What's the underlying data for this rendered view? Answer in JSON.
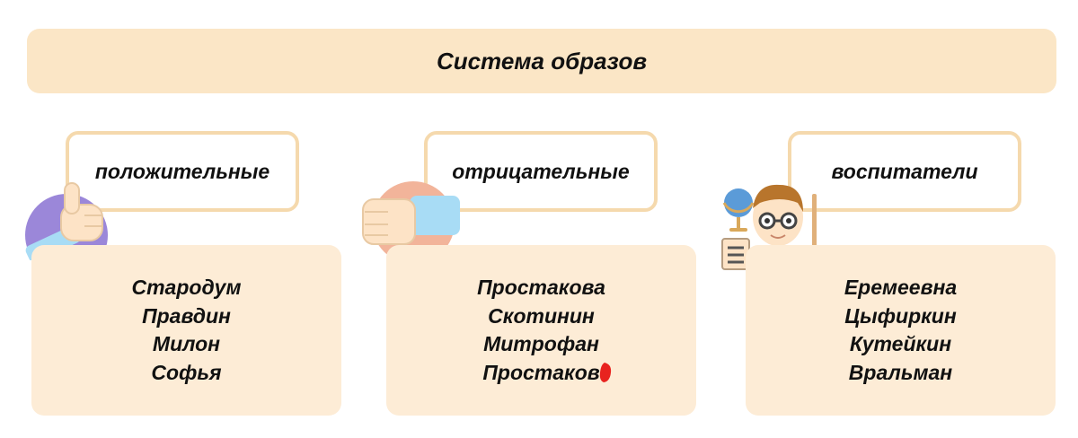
{
  "title": "Система образов",
  "groups": [
    {
      "label": "положительные",
      "items": [
        "Стародум",
        "Правдин",
        "Милон",
        "Софья"
      ],
      "icon": "thumbs-up-icon"
    },
    {
      "label": "отрицательные",
      "items": [
        "Простакова",
        "Скотинин",
        "Митрофан",
        "Простаков"
      ],
      "icon": "thumbs-down-icon"
    },
    {
      "label": "воспитатели",
      "items": [
        "Еремеевна",
        "Цыфиркин",
        "Кутейкин",
        "Вральман"
      ],
      "icon": "teacher-icon"
    }
  ],
  "colors": {
    "title_bg": "#fbe6c6",
    "label_border": "#f5d9ad",
    "list_bg": "#fdecd6",
    "text": "#111111",
    "thumbs_up_circle": "#9b87d9",
    "thumbs_down_circle": "#f2b49a",
    "sleeve": "#a8dcf5",
    "skin": "#fde3c6",
    "red_mark": "#e8231f"
  }
}
